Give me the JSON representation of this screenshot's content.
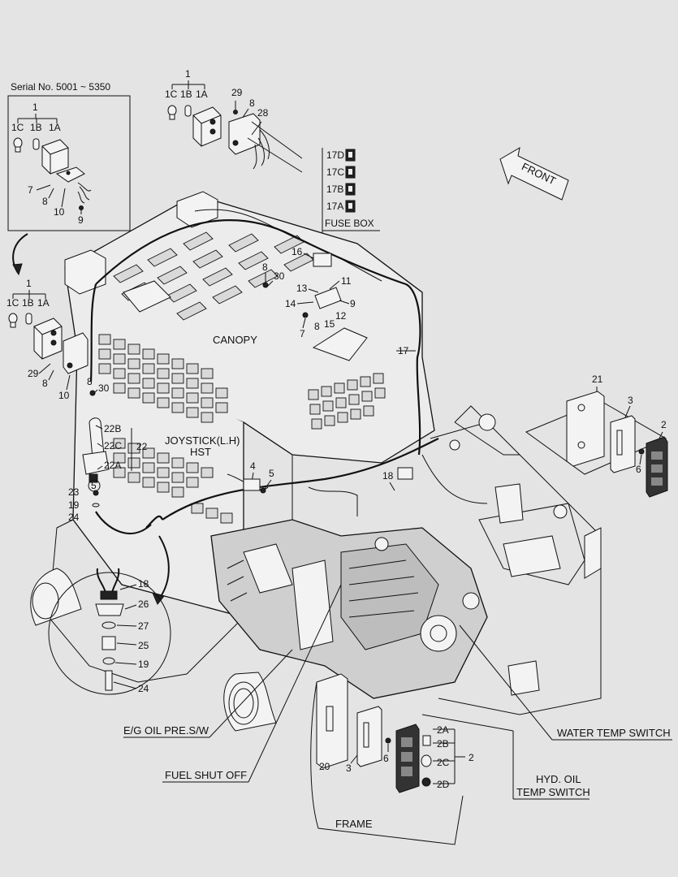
{
  "serial": "Serial No. 5001 ~ 5350",
  "front": "FRONT",
  "canopy": "CANOPY",
  "fuse_box": "FUSE BOX",
  "joystick_line1": "JOYSTICK(L.H)",
  "joystick_line2": "HST",
  "frame": "FRAME",
  "eg_oil": "E/G OIL PRE.S/W",
  "fuel_shut_off": "FUEL SHUT OFF",
  "water_temp": "WATER TEMP SWITCH",
  "hyd_oil_1": "HYD. OIL",
  "hyd_oil_2": "TEMP SWITCH",
  "callouts": {
    "inset_1": "1",
    "inset_1c": "1C",
    "inset_1b": "1B",
    "inset_1a": "1A",
    "inset_7": "7",
    "inset_8": "8",
    "inset_10": "10",
    "inset_9": "9",
    "top_1": "1",
    "top_1c": "1C",
    "top_1b": "1B",
    "top_1a": "1A",
    "top_29": "29",
    "top_8": "8",
    "top_28": "28",
    "f17d": "17D",
    "f17c": "17C",
    "f17b": "17B",
    "f17a": "17A",
    "left_1": "1",
    "left_1c": "1C",
    "left_1b": "1B",
    "left_1a": "1A",
    "left_29": "29",
    "left_8": "8",
    "left_10": "10",
    "c8a": "8",
    "c30a": "30",
    "c8b": "8",
    "c30b": "30",
    "c16": "16",
    "c11": "11",
    "c13": "13",
    "c14": "14",
    "c9": "9",
    "c7": "7",
    "c8c": "8",
    "c15": "15",
    "c12": "12",
    "c17": "17",
    "c22b": "22B",
    "c22c": "22C",
    "c22": "22",
    "c22a": "22A",
    "c5circ": "5",
    "c23": "23",
    "c19": "19",
    "c24": "24",
    "c4": "4",
    "c5": "5",
    "c18": "18",
    "d18": "18",
    "d26": "26",
    "d27": "27",
    "d25": "25",
    "d19": "19",
    "d24": "24",
    "c21": "21",
    "c3a": "3",
    "c2a": "2",
    "c6a": "6",
    "c20": "20",
    "c3b": "3",
    "c6b": "6",
    "c2A": "2A",
    "c2B": "2B",
    "c2C": "2C",
    "c2D": "2D",
    "c2b": "2"
  }
}
